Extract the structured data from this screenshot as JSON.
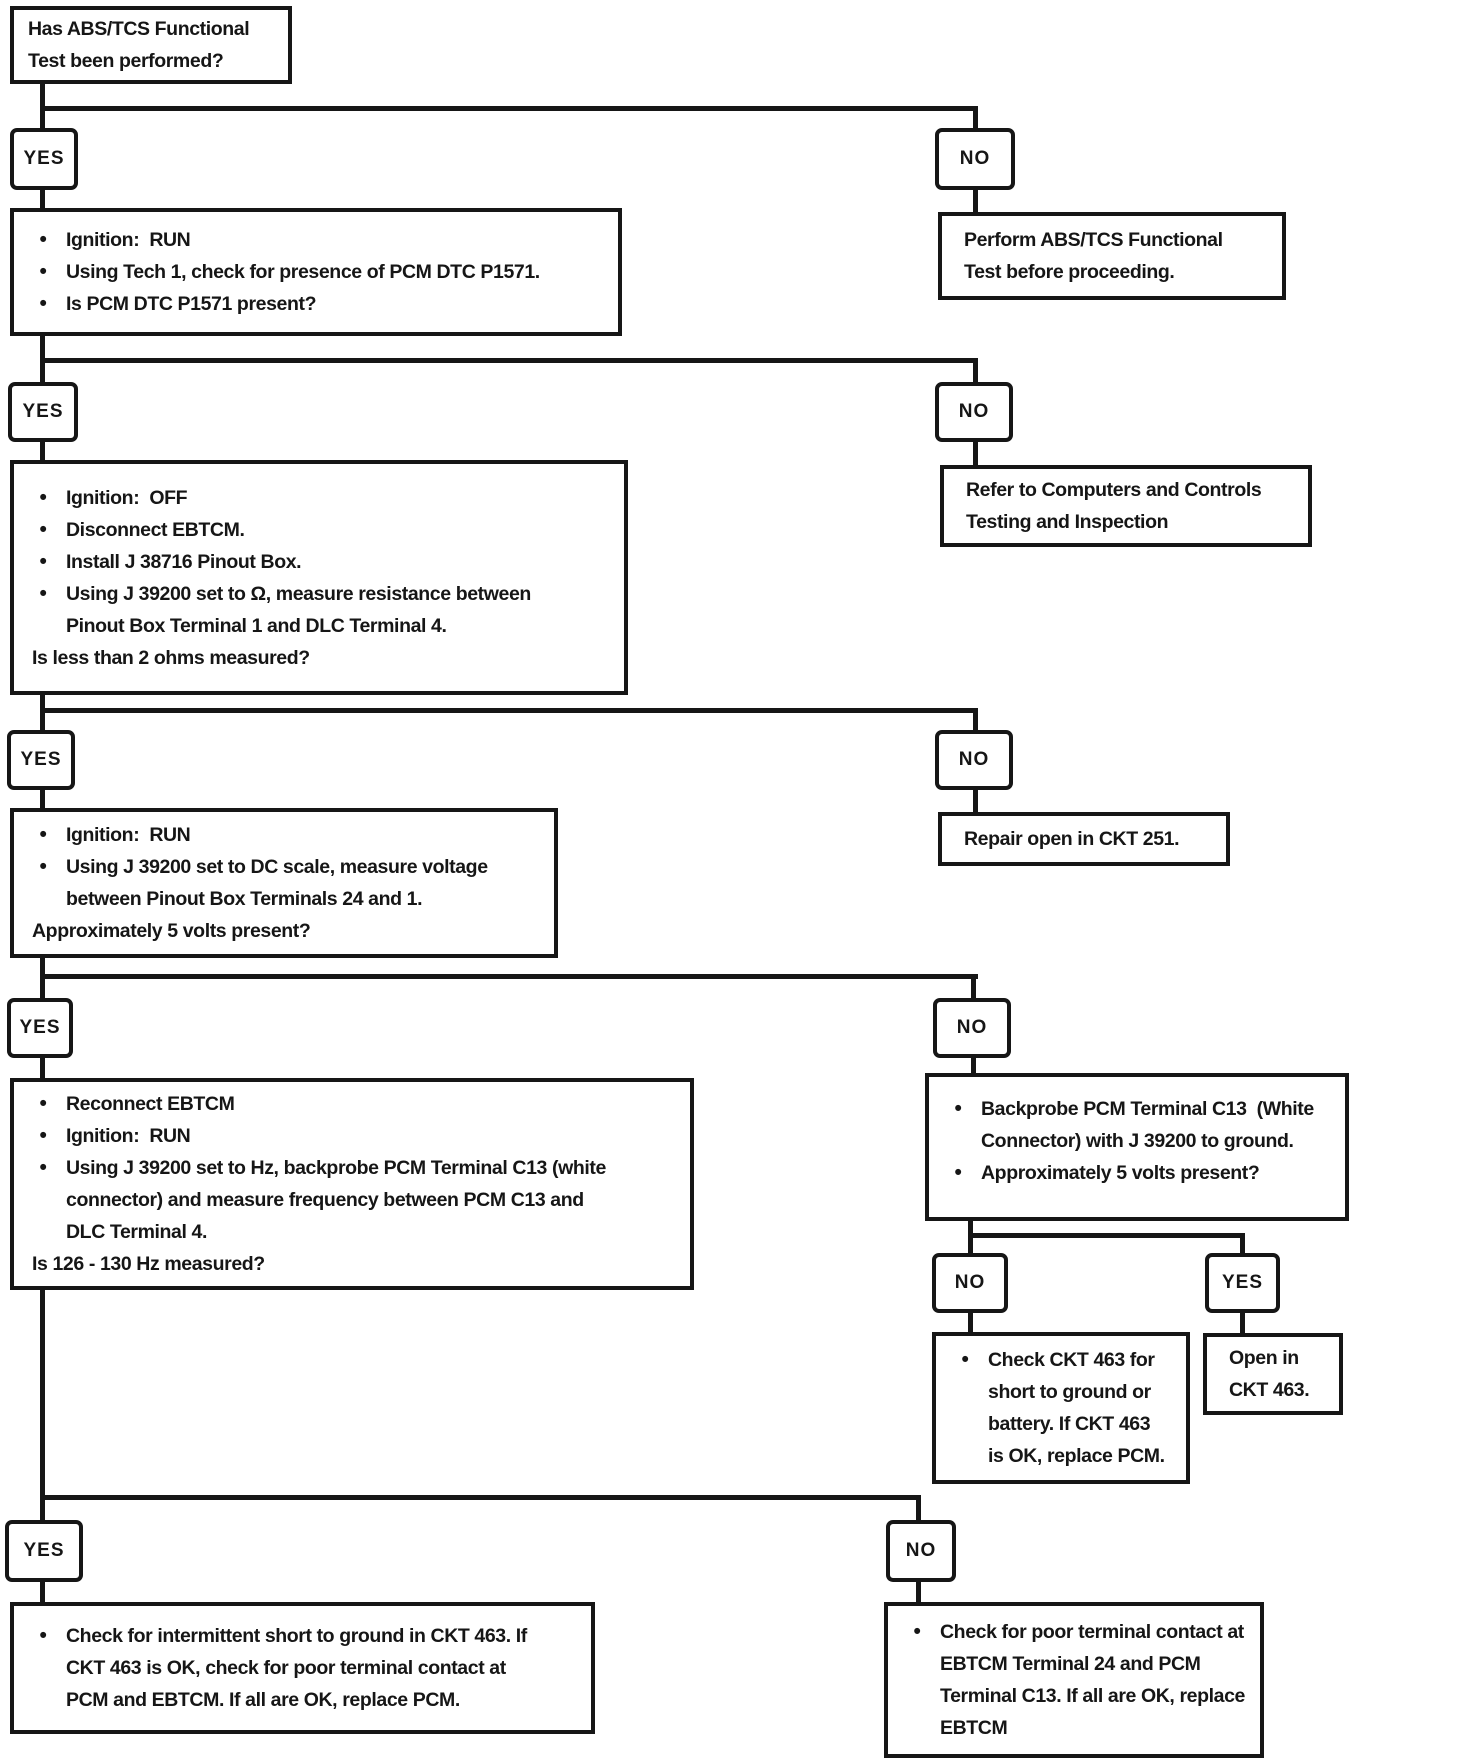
{
  "page": {
    "background": "#ffffff",
    "ink_color": "#161616"
  },
  "labels": {
    "yes": "YES",
    "no": "NO"
  },
  "boxes": {
    "start": {
      "rows": [
        "Has ABS/TCS Functional",
        "Test been performed?"
      ]
    },
    "l1": {
      "rows": [
        "Ignition:  RUN",
        "Using Tech 1, check for presence of PCM DTC P1571.",
        "Is PCM DTC P1571 present?"
      ]
    },
    "r1": {
      "rows": [
        "Perform ABS/TCS Functional",
        "Test before proceeding."
      ]
    },
    "l2": {
      "rows": [
        "Ignition:  OFF",
        "Disconnect EBTCM.",
        "Install J 38716 Pinout Box.",
        "Using J 39200 set to Ω, measure resistance between",
        "Pinout Box Terminal 1 and DLC Terminal 4.",
        "Is less than 2 ohms measured?"
      ]
    },
    "r2": {
      "rows": [
        "Refer to Computers and Controls",
        "Testing and Inspection"
      ]
    },
    "l3": {
      "rows": [
        "Ignition:  RUN",
        "Using J 39200 set to DC scale, measure voltage",
        "between Pinout Box Terminals 24 and 1.",
        "Approximately 5 volts present?"
      ]
    },
    "r3": {
      "rows": [
        "Repair open in CKT 251."
      ]
    },
    "l4": {
      "rows": [
        "Reconnect EBTCM",
        "Ignition:  RUN",
        "Using J 39200 set to Hz, backprobe PCM Terminal C13 (white",
        "connector) and measure frequency between PCM C13 and",
        "DLC Terminal 4.",
        "Is 126 - 130 Hz measured?"
      ]
    },
    "r4": {
      "rows": [
        "Backprobe PCM Terminal C13  (White",
        "Connector) with J 39200 to ground.",
        "Approximately 5 volts present?"
      ]
    },
    "sub_no": {
      "rows": [
        "Check CKT 463 for",
        "short to ground or",
        "battery. If CKT 463",
        "is OK, replace PCM."
      ]
    },
    "sub_yes": {
      "rows": [
        "Open in",
        "CKT 463."
      ]
    },
    "l5": {
      "rows": [
        "Check for intermittent short to ground in CKT 463. If",
        "CKT 463 is OK, check for poor terminal contact at",
        "PCM and EBTCM. If all are OK, replace PCM."
      ]
    },
    "r5": {
      "rows": [
        "Check for poor terminal contact at",
        "EBTCM Terminal 24 and PCM",
        "Terminal C13. If all are OK, replace",
        "EBTCM"
      ]
    }
  }
}
